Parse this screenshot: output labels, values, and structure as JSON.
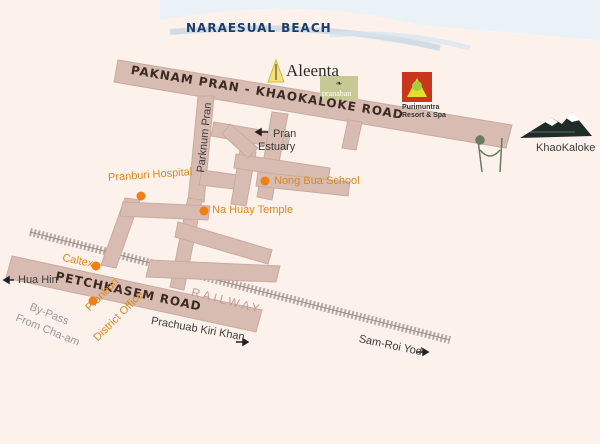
{
  "map": {
    "beach_label": "NARAESUAL BEACH",
    "roads": {
      "main_coast": "PAKNAM PRAN - KHAOKALOKE ROAD",
      "petchkasem": "PETCHKASEM ROAD",
      "railway": "RAILWAY",
      "parknum_pran": "Parknum Pran"
    },
    "places": {
      "pranburi_hospital": "Pranburi Hospital",
      "nong_bua_school": "Nong Bua School",
      "na_huay_temple": "Na Huay Temple",
      "caltex": "Caltex",
      "pranburi_district_office_line1": "Pranburi",
      "pranburi_district_office_line2": "District Office",
      "pran_estuary_line1": "Pran",
      "pran_estuary_line2": "Estuary"
    },
    "directions": {
      "hua_hin": "Hua Hin",
      "bypass_line1": "By-Pass",
      "bypass_line2": "From Cha-am",
      "prachuab": "Prachuab Kiri Khan",
      "sam_roi_yod": "Sam-Roi Yod",
      "khaokaloke": "KhaoKaloke"
    },
    "logos": {
      "aleenta": "Aleenta",
      "pranaban": "pranaban",
      "purimuntra_line1": "Purimuntra",
      "purimuntra_line2": "Resort & Spa"
    },
    "colors": {
      "road_fill": "#d8bbb1",
      "road_edge": "#b99a90",
      "poi_marker": "#f07f16",
      "sea": "#2d6da8"
    }
  }
}
